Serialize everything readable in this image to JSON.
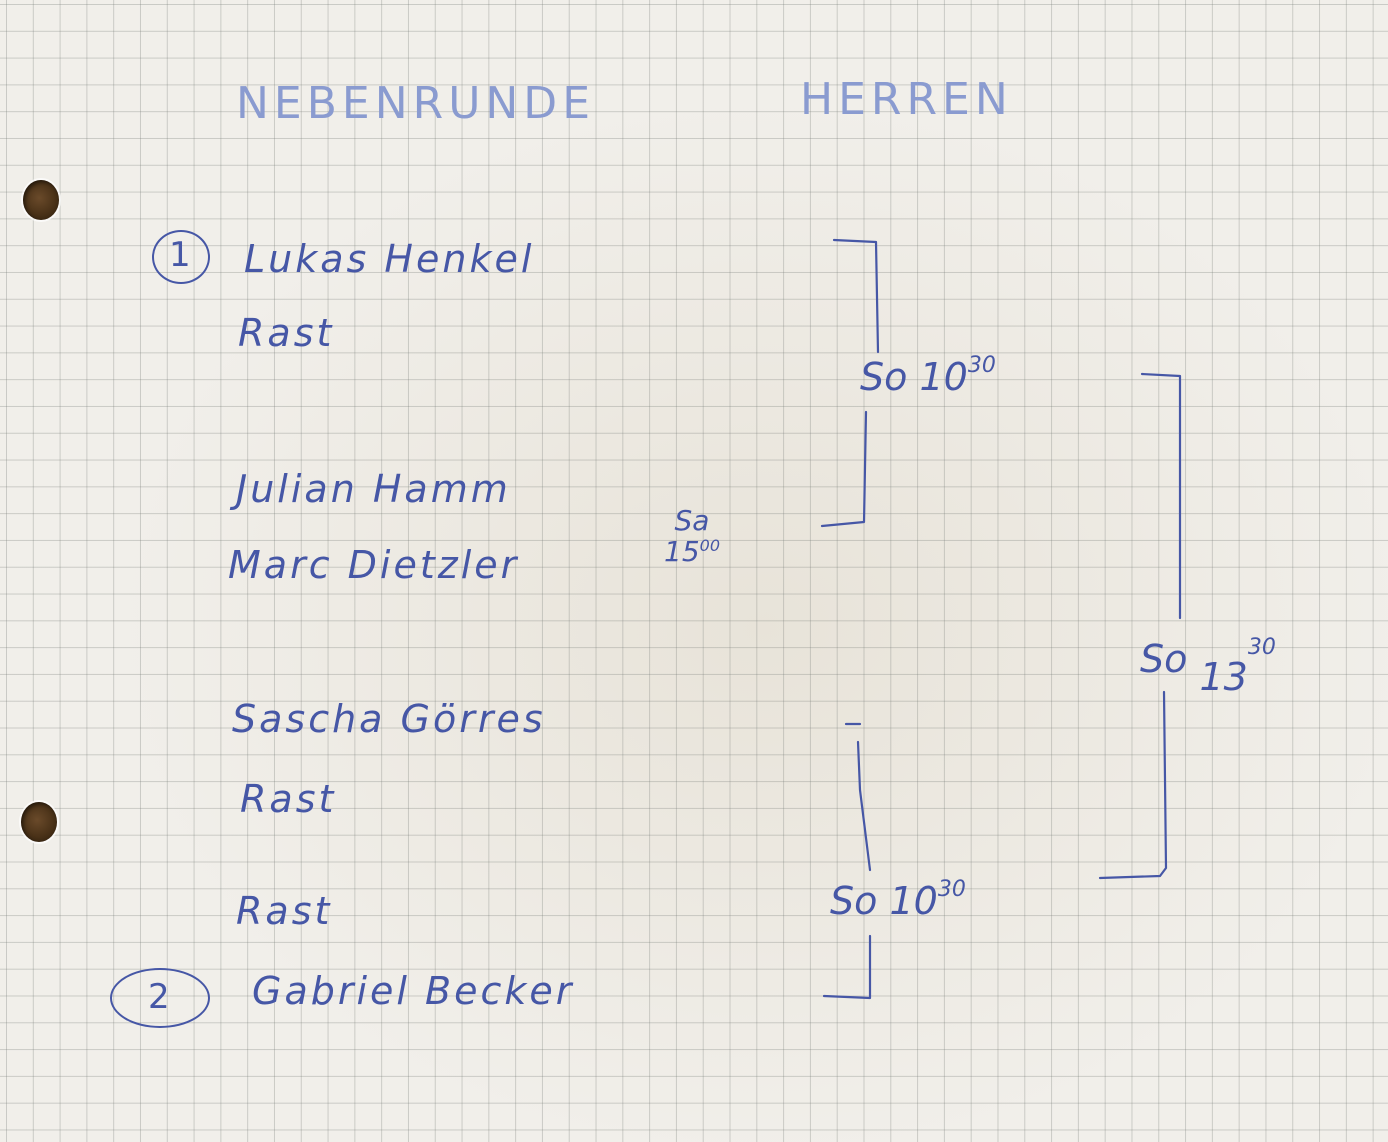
{
  "title": {
    "left": "NEBENRUNDE",
    "right": "HERREN"
  },
  "seeds": {
    "first": "1",
    "second": "2"
  },
  "entries": [
    "Lukas Henkel",
    "Rast",
    "Julian Hamm",
    "Marc Dietzler",
    "Sascha Görres",
    "Rast",
    "Rast",
    "Gabriel Becker"
  ],
  "times": {
    "sa_day": "Sa",
    "sa_hour": "15",
    "sa_min": "00",
    "so_top_day": "So",
    "so_top_hour": "10",
    "so_top_min": "30",
    "so_bottom_day": "So",
    "so_bottom_hour": "10",
    "so_bottom_min": "30",
    "so_final_day": "So",
    "so_final_hour": "13",
    "so_final_min": "30"
  },
  "colors": {
    "ink": "#4657a6",
    "paper": "#f1efea",
    "grid": "#8a8f8a"
  }
}
